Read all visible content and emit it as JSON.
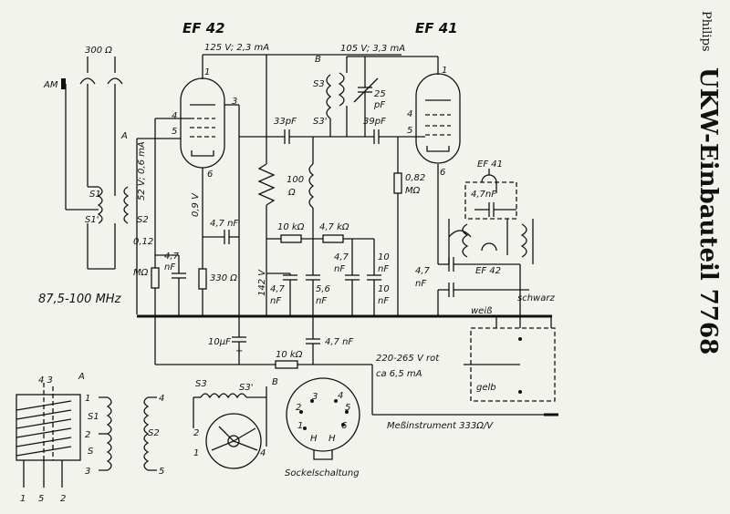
{
  "title": {
    "brand": "Philips",
    "main": "UKW-Einbauteil 7768"
  },
  "tubes": {
    "left": "EF 42",
    "right": "EF 41",
    "sub_right": "EF 41",
    "sub_left": "EF 42"
  },
  "labels": {
    "am": "AM",
    "ant_ohm": "300 Ω",
    "coil_a": "A",
    "s1": "S1",
    "s1p": "S1'",
    "s2": "S2",
    "v_s2": "52 V; 0,6 mA",
    "r_012": "0,12",
    "r_012_unit": "MΩ",
    "c_47_a": "4,7",
    "c_47_a_unit": "nF",
    "r_330": "330 Ω",
    "freq": "87,5-100 MHz",
    "v_anode_left": "125 V; 2,3 mA",
    "pin1_l": "1",
    "pin3_l": "3",
    "pin4_l": "4",
    "pin5_l": "5",
    "pin6_l": "6",
    "v_09": "0,9 V",
    "c_47_mid": "4,7 nF",
    "c_33pf": "33pF",
    "r_100": "100",
    "r_100_unit": "Ω",
    "v_142": "142 V",
    "c_47_b": "4,7",
    "c_47_b_unit": "nF",
    "c_56": "5,6",
    "c_56_unit": "nF",
    "r_10k_a": "10 kΩ",
    "r_47k": "4,7 kΩ",
    "c_47_c": "4,7",
    "c_47_c_unit": "nF",
    "c_10_a": "10",
    "c_10_a_unit": "nF",
    "c_10_b": "10",
    "c_10_b_unit": "nF",
    "c_10uf": "10μF",
    "plus": "+",
    "c_47_bot": "4,7 nF",
    "r_10k_b": "10 kΩ",
    "v_anode_right": "105 V; 3,3 mA",
    "coil_b": "B",
    "s3": "S3",
    "s3p": "S3'",
    "c_25": "25",
    "c_25_unit": "pF",
    "c_39pf": "39pF",
    "pin1_r": "1",
    "pin4_r": "4",
    "pin5_r": "5",
    "pin6_r": "6",
    "r_082": "0,82",
    "r_082_unit": "MΩ",
    "c_47_sub": "4,7nF",
    "c_47_side": "4,7",
    "c_47_side_unit": "nF",
    "schwarz": "schwarz",
    "weiss": "weiß",
    "gelb": "gelb",
    "supply": "220-265 V rot",
    "supply_current": "ca 6,5 mA",
    "meter": "Meßinstrument 333Ω/V",
    "socket": "Sockelschaltung",
    "inset_a": "A",
    "inset_43": "4 3",
    "inset_1": "1",
    "inset_5": "5",
    "inset_2": "2",
    "coil_1": "1",
    "coil_s1": "S1",
    "coil_2": "2",
    "coil_s": "S",
    "coil_3": "3",
    "coil_4": "4",
    "coil_s2": "S2",
    "coil_5": "5",
    "b_s3": "S3",
    "b_s3p": "S3'",
    "b_label": "B",
    "b_1": "1",
    "b_2": "2",
    "b_4": "4",
    "sock_1": "1",
    "sock_2": "2",
    "sock_3": "3",
    "sock_4": "4",
    "sock_5": "5",
    "sock_6": "6",
    "sock_h1": "H",
    "sock_h2": "H"
  }
}
